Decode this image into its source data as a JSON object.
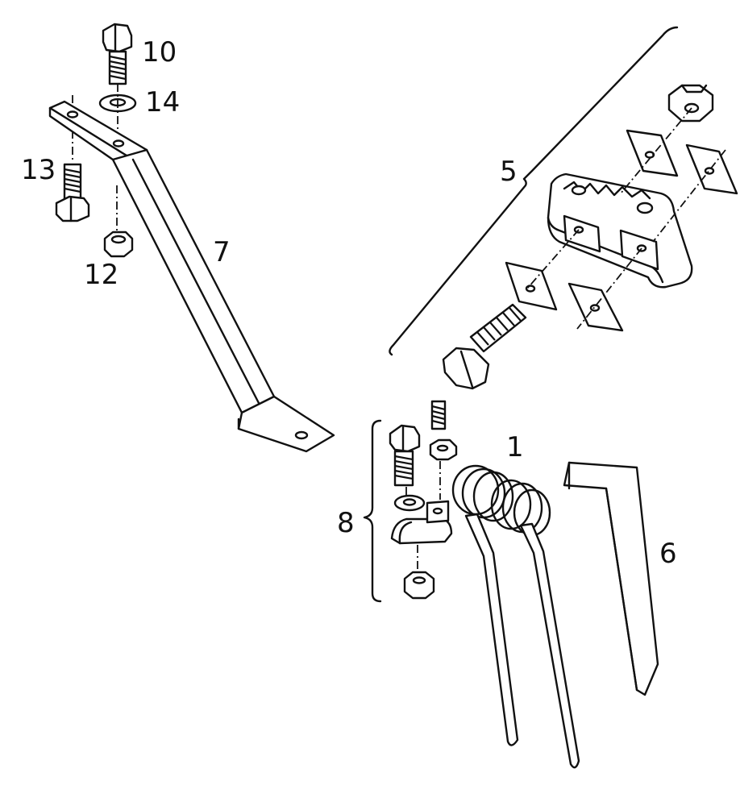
{
  "diagram": {
    "labels": {
      "p1": "1",
      "p5": "5",
      "p6": "6",
      "p7": "7",
      "p8": "8",
      "p10": "10",
      "p12": "12",
      "p13": "13",
      "p14": "14"
    }
  }
}
